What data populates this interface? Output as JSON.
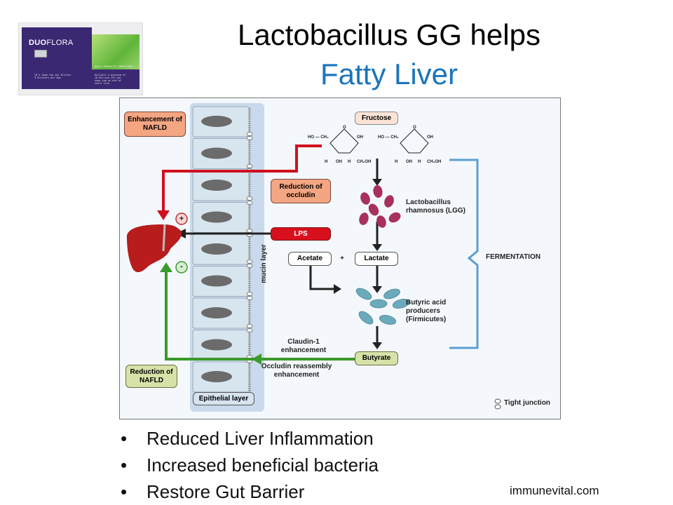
{
  "title": {
    "line1": "Lactobacillus GG helps",
    "line2": "Fatty Liver",
    "line2_color": "#1b75bb"
  },
  "product": {
    "brand_bold": "DUO",
    "brand_light": "FLORA",
    "caption_left": "10's Vege Cap per Blister\n3 Blisters per Box",
    "caption_right_header": "DAILY PROBIOTIC SUPPLEMENT",
    "caption_right": "Delivers a minimum of 10 Billion CFU per vege cap as end of shelf life"
  },
  "figure": {
    "labels": {
      "enhancement_nafld": "Enhancement of NAFLD",
      "reduction_nafld": "Reduction of NAFLD",
      "fructose": "Fructose",
      "reduction_occludin": "Reduction of occludin",
      "lps": "LPS",
      "acetate": "Acetate",
      "plus": "+",
      "lactate": "Lactate",
      "lgg": "Lactobacillus rhamnosus (LGG)",
      "butyric": "Butyric acid producers (Firmicutes)",
      "butyrate": "Butyrate",
      "fermentation": "FERMENTATION",
      "claudin": "Claudin-1 enhancement",
      "occludin_reassembly": "Occludin reassembly enhancement",
      "epithelial": "Epithelial layer",
      "mucin": "mucin layer",
      "tight_junction": "Tight junction",
      "plus_sign": "+",
      "minus_sign": "-"
    },
    "colors": {
      "red_path": "#d0101e",
      "green_path": "#3a9a2a",
      "blue_bracket": "#5a9fd0",
      "lgg_cells": "#a8305e",
      "firmicutes_cells": "#6aaabb",
      "orange_box": "#f4a582",
      "green_box": "#d6e2a8",
      "lps_box": "#d8101e",
      "liver": "#b81c1c"
    }
  },
  "bullets": [
    "Reduced Liver Inflammation",
    "Increased beneficial bacteria",
    "Restore Gut Barrier"
  ],
  "footer": {
    "site": "immunevital.com"
  }
}
